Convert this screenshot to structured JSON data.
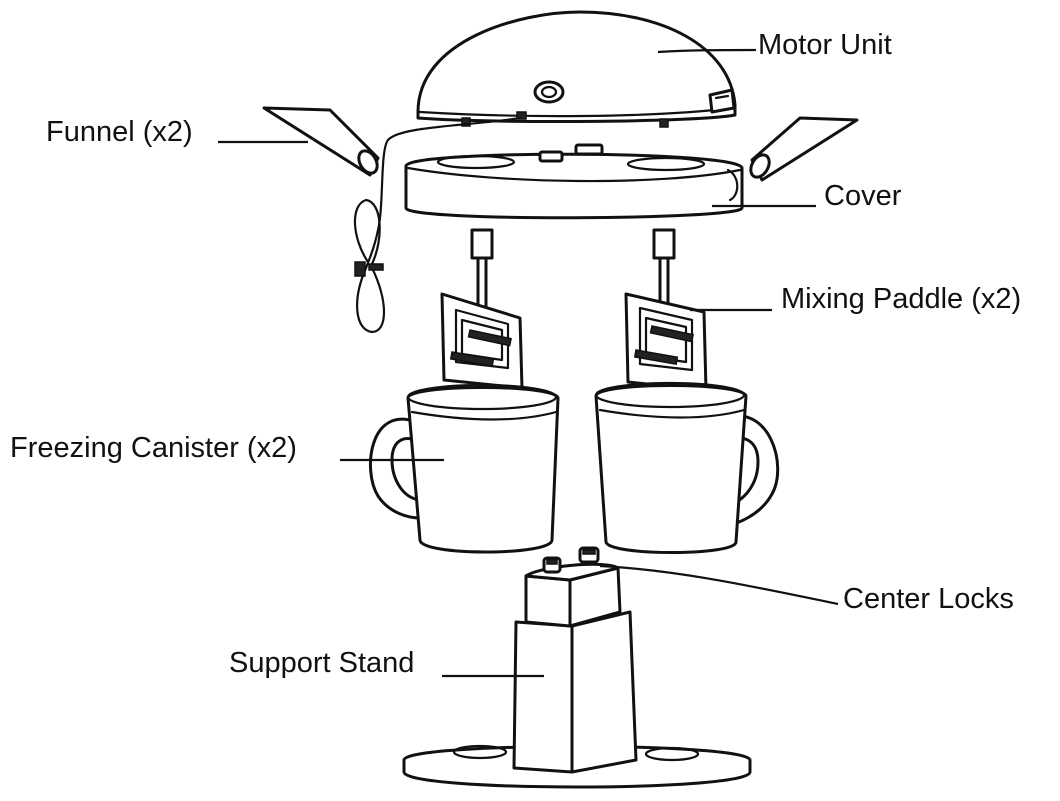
{
  "labels": {
    "motor_unit": "Motor Unit",
    "funnel": "Funnel (x2)",
    "cover": "Cover",
    "mixing_paddle": "Mixing Paddle (x2)",
    "freezing_canister": "Freezing Canister (x2)",
    "center_locks": "Center Locks",
    "support_stand": "Support Stand"
  },
  "colors": {
    "line": "#111111",
    "background": "#ffffff"
  }
}
